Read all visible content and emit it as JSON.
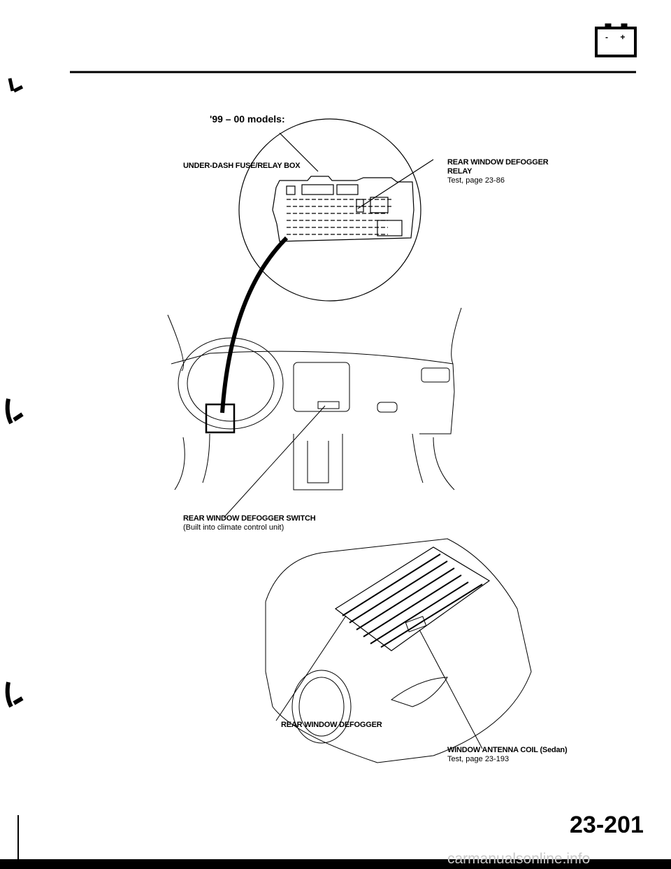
{
  "header": {
    "section_icon": "battery-icon",
    "battery_minus": "-",
    "battery_plus": "+"
  },
  "heading": "'99 – 00 models:",
  "labels": {
    "fuse_box": "UNDER-DASH FUSE/RELAY BOX",
    "relay_title_1": "REAR WINDOW DEFOGGER",
    "relay_title_2": "RELAY",
    "relay_test": "Test, page 23-86",
    "switch_title": "REAR WINDOW DEFOGGER SWITCH",
    "switch_note": "(Built into climate control unit)",
    "defogger": "REAR WINDOW DEFOGGER",
    "antenna_title": "WINDOW ANTENNA COIL (Sedan)",
    "antenna_test": "Test, page 23-193"
  },
  "page_number": "23-201",
  "watermark": "carmanualsonline.info"
}
